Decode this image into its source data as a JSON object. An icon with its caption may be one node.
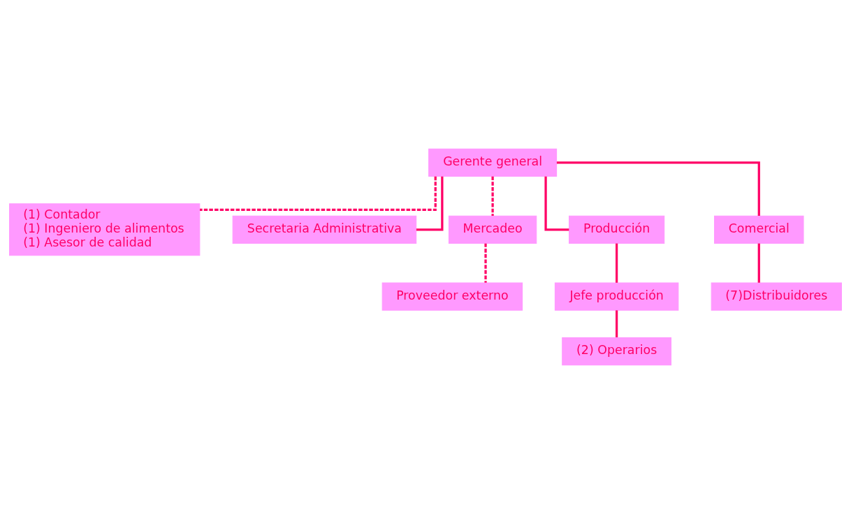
{
  "diagram": {
    "nodes": [
      {
        "text": [
          "Gerente general"
        ]
      },
      {
        "text": [
          "(1) Contador",
          "(1) Ingeniero de alimentos",
          "(1) Asesor de calidad"
        ]
      },
      {
        "text": [
          "Secretaria Administrativa"
        ]
      },
      {
        "text": [
          "Mercadeo"
        ]
      },
      {
        "text": [
          "Producción"
        ]
      },
      {
        "text": [
          "Comercial"
        ]
      },
      {
        "text": [
          "Proveedor externo"
        ]
      },
      {
        "text": [
          "Jefe producción"
        ]
      },
      {
        "text": [
          "(7)Distribuidores"
        ]
      },
      {
        "text": [
          "(2) Operarios"
        ]
      }
    ],
    "edges": [
      {
        "from": 0,
        "to": 1,
        "arrow": "none",
        "style": "dashed"
      },
      {
        "from": 0,
        "to": 2,
        "arrow": "none"
      },
      {
        "from": 0,
        "to": 3,
        "arrow": "none",
        "style": "dashed"
      },
      {
        "from": 0,
        "to": 4,
        "arrow": "none"
      },
      {
        "from": 0,
        "to": 5,
        "arrow": "none"
      },
      {
        "from": 3,
        "to": 6,
        "arrow": "none",
        "style": "dashed"
      },
      {
        "from": 4,
        "to": 7,
        "arrow": "none"
      },
      {
        "from": 5,
        "to": 8,
        "arrow": "none"
      },
      {
        "from": 7,
        "to": 9,
        "arrow": "none"
      }
    ]
  }
}
